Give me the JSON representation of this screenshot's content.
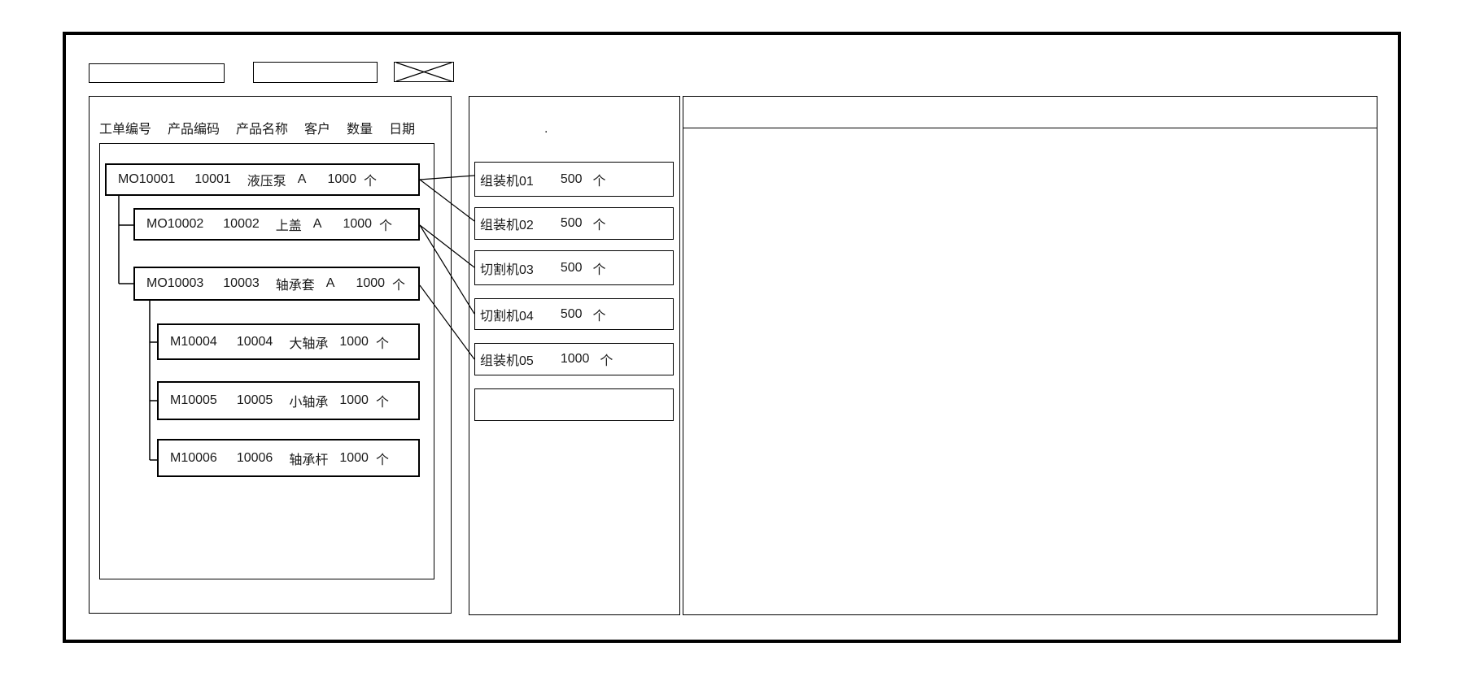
{
  "colors": {
    "line": "#000000",
    "text": "#1a1a1a",
    "background": "#ffffff"
  },
  "toolbar": {
    "field1_value": "",
    "field2_value": "",
    "close_glyph": "X"
  },
  "left_panel": {
    "headers": [
      "工单编号",
      "产品编码",
      "产品名称",
      "客户",
      "数量",
      "日期"
    ],
    "orders": [
      {
        "order_no": "MO10001",
        "product_code": "10001",
        "product_name": "液压泵",
        "customer": "A",
        "quantity": "1000",
        "unit": "个"
      },
      {
        "order_no": "MO10002",
        "product_code": "10002",
        "product_name": "上盖",
        "customer": "A",
        "quantity": "1000",
        "unit": "个"
      },
      {
        "order_no": "MO10003",
        "product_code": "10003",
        "product_name": "轴承套",
        "customer": "A",
        "quantity": "1000",
        "unit": "个"
      },
      {
        "order_no": "M10004",
        "product_code": "10004",
        "product_name": "大轴承",
        "customer": "",
        "quantity": "1000",
        "unit": "个"
      },
      {
        "order_no": "M10005",
        "product_code": "10005",
        "product_name": "小轴承",
        "customer": "",
        "quantity": "1000",
        "unit": "个"
      },
      {
        "order_no": "M10006",
        "product_code": "10006",
        "product_name": "轴承杆",
        "customer": "",
        "quantity": "1000",
        "unit": "个"
      }
    ]
  },
  "middle_panel": {
    "dot_mark": ".",
    "workcenters": [
      {
        "name": "组装机01",
        "quantity": "500",
        "unit": "个"
      },
      {
        "name": "组装机02",
        "quantity": "500",
        "unit": "个"
      },
      {
        "name": "切割机03",
        "quantity": "500",
        "unit": "个"
      },
      {
        "name": "切割机04",
        "quantity": "500",
        "unit": "个"
      },
      {
        "name": "组装机05",
        "quantity": "1000",
        "unit": "个"
      },
      {
        "name": "",
        "quantity": "",
        "unit": ""
      }
    ]
  },
  "right_panel": {
    "content": ""
  }
}
